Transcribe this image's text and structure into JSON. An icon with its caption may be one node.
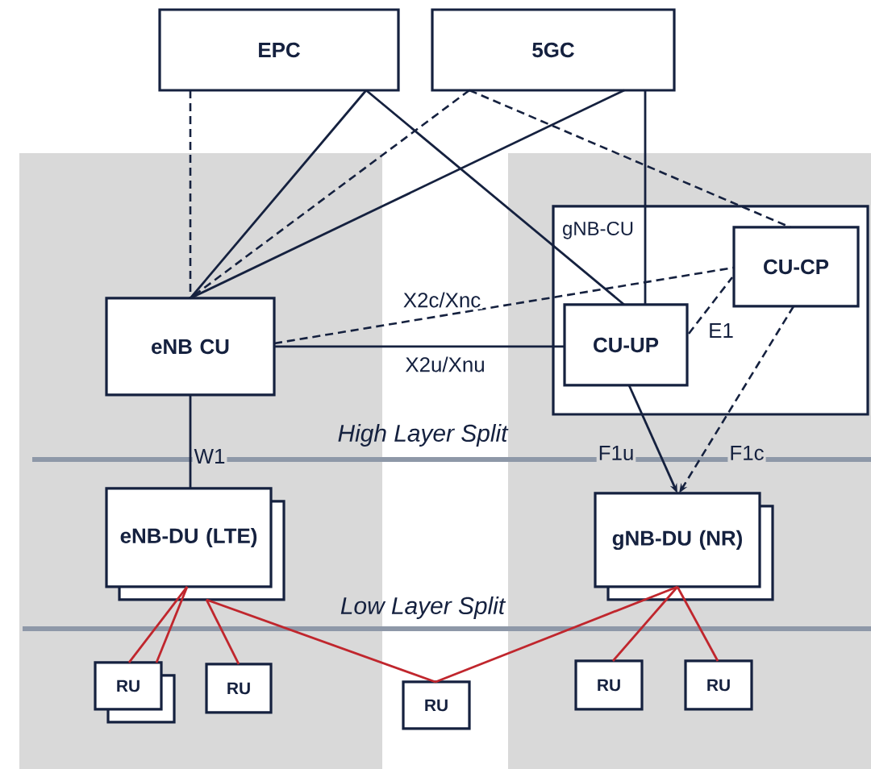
{
  "diagram": {
    "nodes": [
      {
        "text": [
          "EPC"
        ]
      },
      {
        "text": [
          "5GC"
        ]
      },
      {
        "text": [
          "eNB CU"
        ]
      },
      {
        "text": [
          "gNB-CU"
        ]
      },
      {
        "text": [
          "CU-UP"
        ],
        "in": 3
      },
      {
        "text": [
          "CU-CP"
        ],
        "in": 3
      },
      {
        "text": [
          "eNB-DU (LTE)"
        ]
      },
      {
        "text": [
          "gNB-DU (NR)"
        ]
      },
      {
        "text": [
          "RU"
        ]
      },
      {
        "text": [
          "RU"
        ]
      },
      {
        "text": [
          "RU"
        ]
      },
      {
        "text": [
          "RU"
        ]
      },
      {
        "text": [
          "RU"
        ]
      }
    ],
    "edges": [
      {
        "from": 0,
        "to": 2,
        "arrow": "none",
        "style": "dashed"
      },
      {
        "from": 0,
        "to": 2,
        "arrow": "none"
      },
      {
        "from": 0,
        "to": 4,
        "arrow": "none"
      },
      {
        "from": 1,
        "to": 2,
        "arrow": "none",
        "style": "dashed"
      },
      {
        "from": 1,
        "to": 2,
        "arrow": "none"
      },
      {
        "from": 1,
        "to": 4,
        "arrow": "none"
      },
      {
        "from": 1,
        "to": 5,
        "arrow": "none",
        "style": "dashed"
      },
      {
        "from": 2,
        "to": 5,
        "arrow": "none",
        "style": "dashed",
        "label": "X2c/Xnc"
      },
      {
        "from": 2,
        "to": 4,
        "arrow": "none",
        "label": "X2u/Xnu"
      },
      {
        "from": 4,
        "to": 5,
        "arrow": "none",
        "style": "dashed",
        "label": "E1"
      },
      {
        "from": 2,
        "to": 6,
        "arrow": "none",
        "label": "W1"
      },
      {
        "from": 4,
        "to": 7,
        "arrow": "to",
        "label": "F1u"
      },
      {
        "from": 5,
        "to": 7,
        "arrow": "to",
        "style": "dashed",
        "label": "F1c"
      },
      {
        "from": 6,
        "to": 8,
        "arrow": "none",
        "color": "#c0262d"
      },
      {
        "from": 6,
        "to": 8,
        "arrow": "none",
        "color": "#c0262d"
      },
      {
        "from": 6,
        "to": 9,
        "arrow": "none",
        "color": "#c0262d"
      },
      {
        "from": 6,
        "to": 10,
        "arrow": "none",
        "color": "#c0262d"
      },
      {
        "from": 7,
        "to": 10,
        "arrow": "none",
        "color": "#c0262d"
      },
      {
        "from": 7,
        "to": 11,
        "arrow": "none",
        "color": "#c0262d"
      },
      {
        "from": 7,
        "to": 12,
        "arrow": "none",
        "color": "#c0262d"
      }
    ],
    "labels": [
      "High Layer Split",
      "Low Layer Split"
    ]
  }
}
